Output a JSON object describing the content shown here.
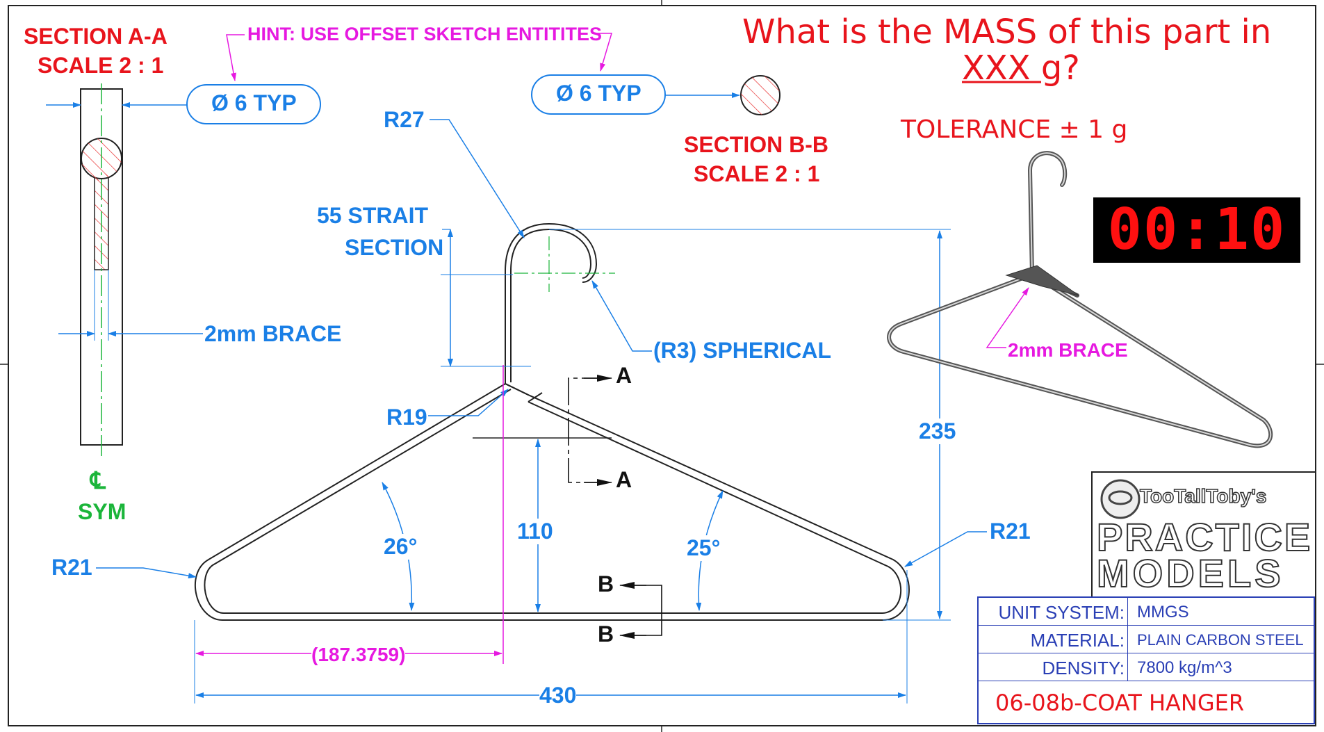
{
  "question": {
    "line1": "What is the MASS of this part in",
    "line2_underlined": "XXX",
    "line2_rest": " g?",
    "tolerance": "TOLERANCE ± 1 g"
  },
  "timer": "00:10",
  "section_aa": {
    "title": "SECTION A-A",
    "scale": "SCALE 2 : 1"
  },
  "section_bb": {
    "title": "SECTION B-B",
    "scale": "SCALE 2 : 1"
  },
  "hint": "HINT:  USE OFFSET SKETCH ENTITITES",
  "dims": {
    "dia_typ_left": "Ø 6 TYP",
    "dia_typ_right": "Ø 6 TYP",
    "r27": "R27",
    "strait_line1": "55 STRAIT",
    "strait_line2": "SECTION",
    "brace_left": "2mm BRACE",
    "r3": "(R3) SPHERICAL",
    "r19": "R19",
    "h235": "235",
    "r21_right": "R21",
    "r21_left": "R21",
    "a26": "26°",
    "h110": "110",
    "a25": "25°",
    "ref": "(187.3759)",
    "w430": "430",
    "cl": "℄",
    "sym": "SYM",
    "brace_iso": "2mm BRACE"
  },
  "section_markers": {
    "a": "A",
    "b": "B"
  },
  "logo": {
    "line1": "TooTallToby's",
    "line2": "PRACTICE",
    "line3": "MODELS"
  },
  "title_block": {
    "rows": [
      {
        "key": "UNIT SYSTEM:",
        "value": "MMGS"
      },
      {
        "key": "MATERIAL:",
        "value": "PLAIN CARBON STEEL"
      },
      {
        "key": "DENSITY:",
        "value": "7800 kg/m^3"
      }
    ],
    "part_name": "06-08b-COAT HANGER"
  },
  "colors": {
    "red": "#e8141c",
    "blue": "#1a7fe6",
    "magenta": "#e619e0",
    "green": "#1bb53a",
    "titleblock": "#2a3fb5"
  }
}
